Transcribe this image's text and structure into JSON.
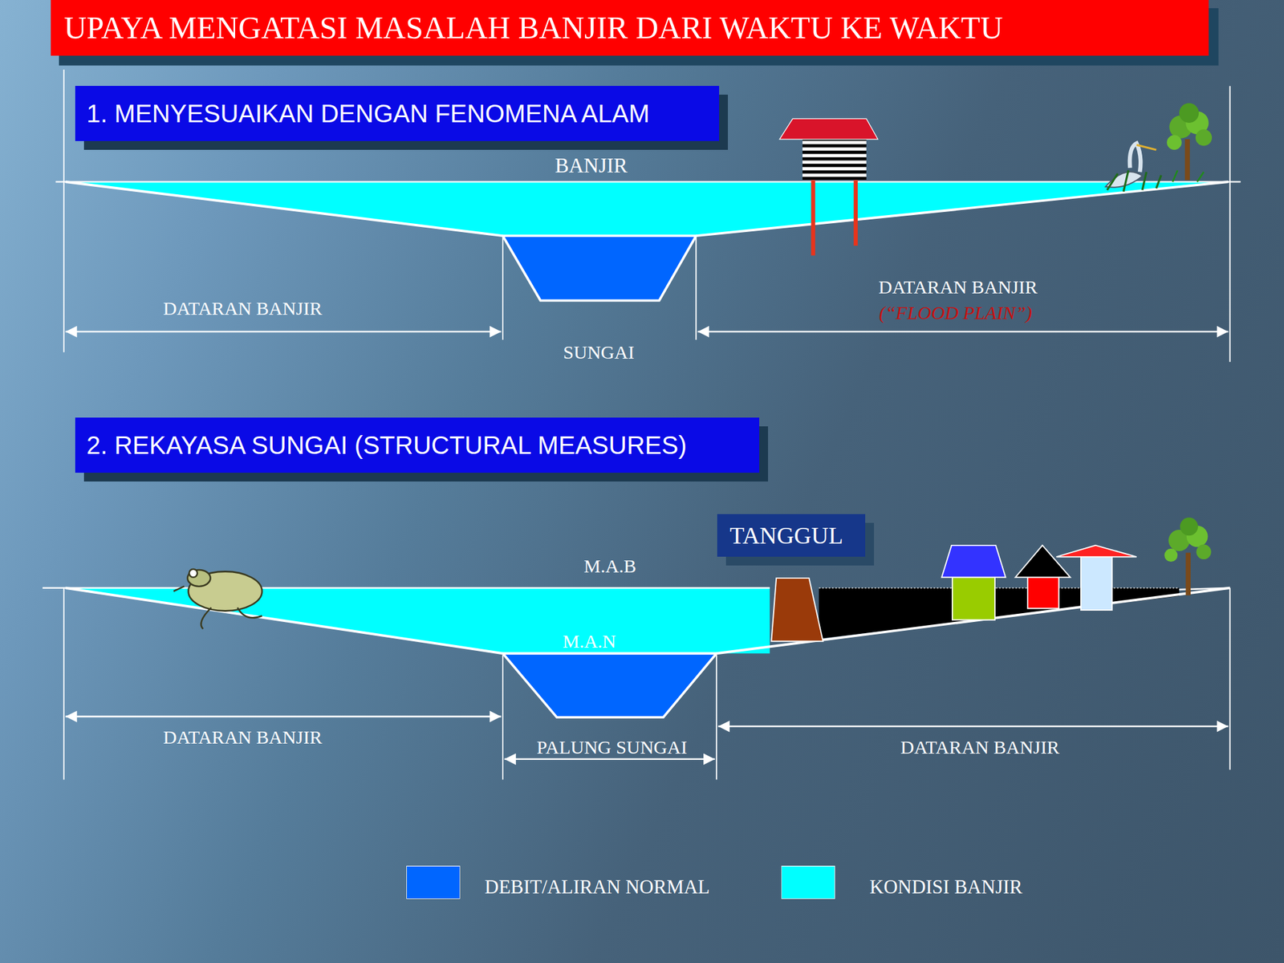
{
  "diagram": {
    "title": "UPAYA MENGATASI MASALAH BANJIR DARI WAKTU KE WAKTU",
    "nodes": [
      {
        "text": [
          "1. MENYESUAIKAN DENGAN FENOMENA ALAM"
        ]
      },
      {
        "text": [
          "2. REKAYASA SUNGAI (STRUCTURAL MEASURES)"
        ]
      },
      {
        "text": [
          "TANGGUL"
        ]
      }
    ],
    "labels": [
      "BANJIR",
      "DATARAN BANJIR",
      "DATARAN BANJIR",
      "(“FLOOD PLAIN”)",
      "SUNGAI",
      "M.A.B",
      "M.A.N",
      "DATARAN BANJIR",
      "PALUNG SUNGAI",
      "DATARAN BANJIR"
    ],
    "legend": [
      {
        "text": "DEBIT/ALIRAN NORMAL",
        "color": "#0066ff"
      },
      {
        "text": "KONDISI BANJIR",
        "color": "#00ffff"
      }
    ]
  }
}
